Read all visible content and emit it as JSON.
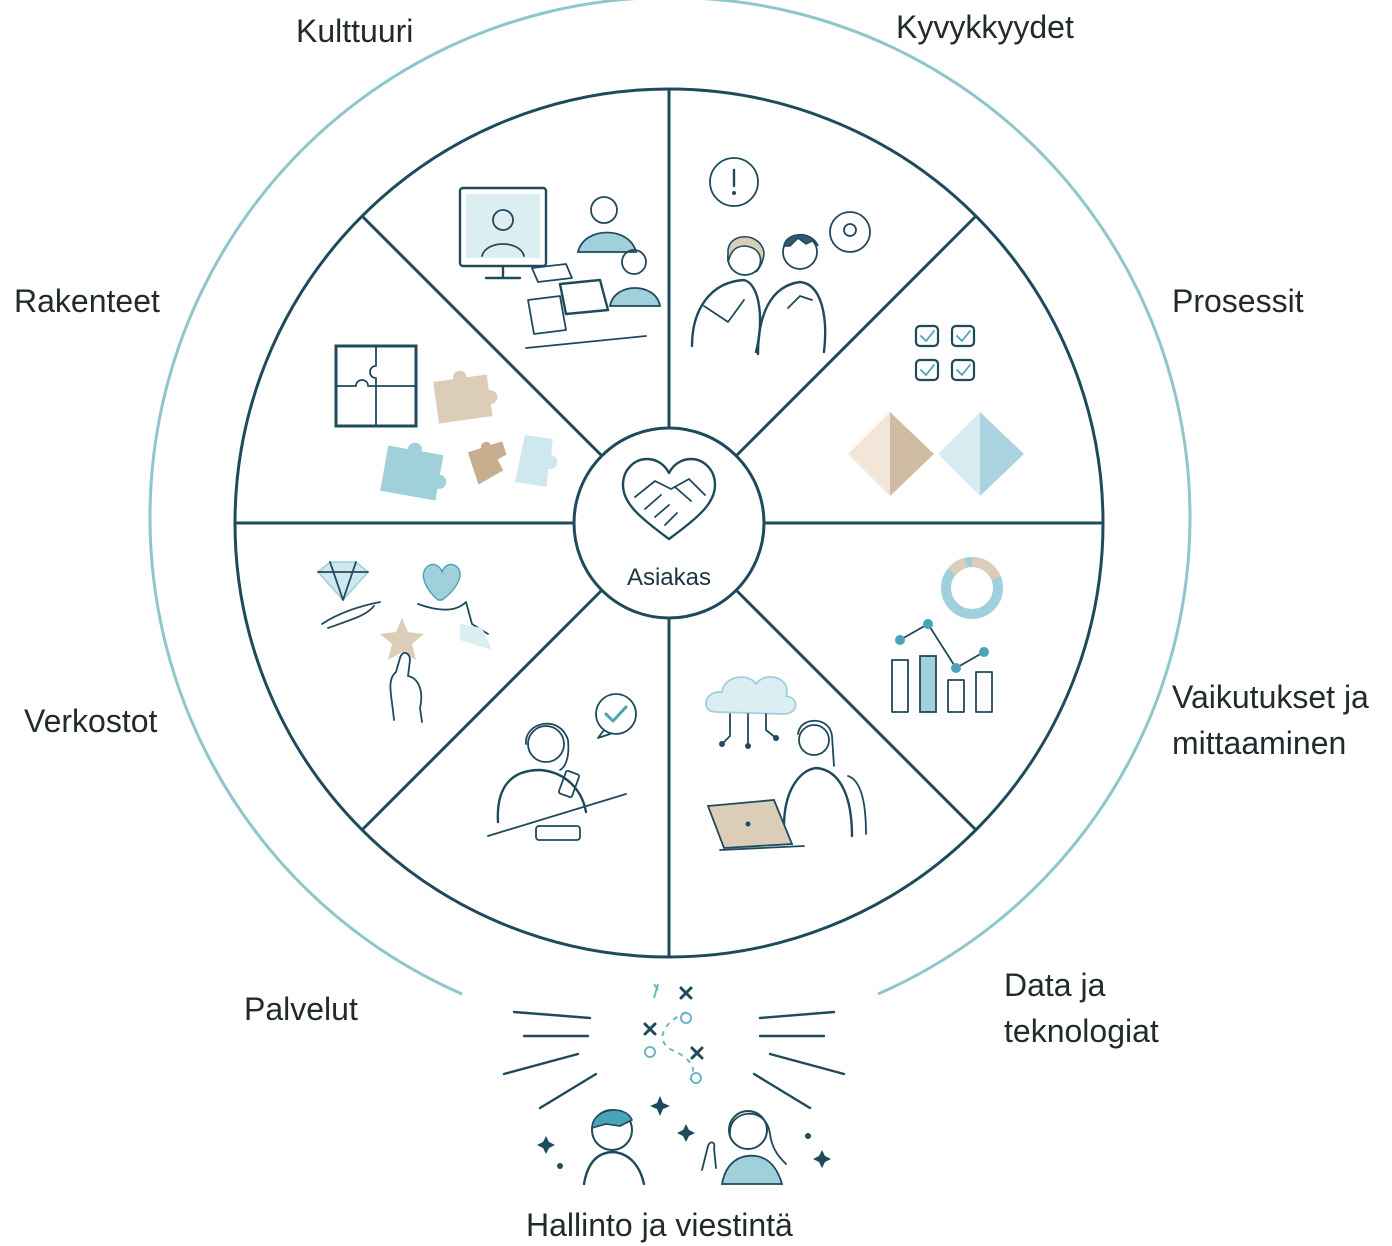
{
  "diagram": {
    "center_label": "Asiakas",
    "outer_labels": {
      "kulttuuri": "Kulttuuri",
      "kyvykkyydet": "Kyvykkyydet",
      "rakenteet": "Rakenteet",
      "prosessit": "Prosessit",
      "verkostot": "Verkostot",
      "vaikutukset_line1": "Vaikutukset ja",
      "vaikutukset_line2": "mittaaminen",
      "palvelut": "Palvelut",
      "data_line1": "Data ja",
      "data_line2": "teknologiat",
      "hallinto": "Hallinto ja viestintä"
    },
    "icons": {
      "center": "handshake-heart-icon",
      "culture": "video-meeting-icon",
      "capabilities": "thinking-people-icon",
      "processes": "checklist-arrows-icon",
      "impact": "chart-donut-icon",
      "data": "cloud-laptop-icon",
      "services": "phone-person-icon",
      "networks": "giving-hands-icon",
      "structures": "puzzle-icon",
      "governance": "strategy-people-icon"
    },
    "colors": {
      "ring": "#8ec7cb",
      "lines": "#1f4a5c",
      "accent_blue": "#9fd0dc",
      "accent_beige": "#dccdb8"
    }
  }
}
